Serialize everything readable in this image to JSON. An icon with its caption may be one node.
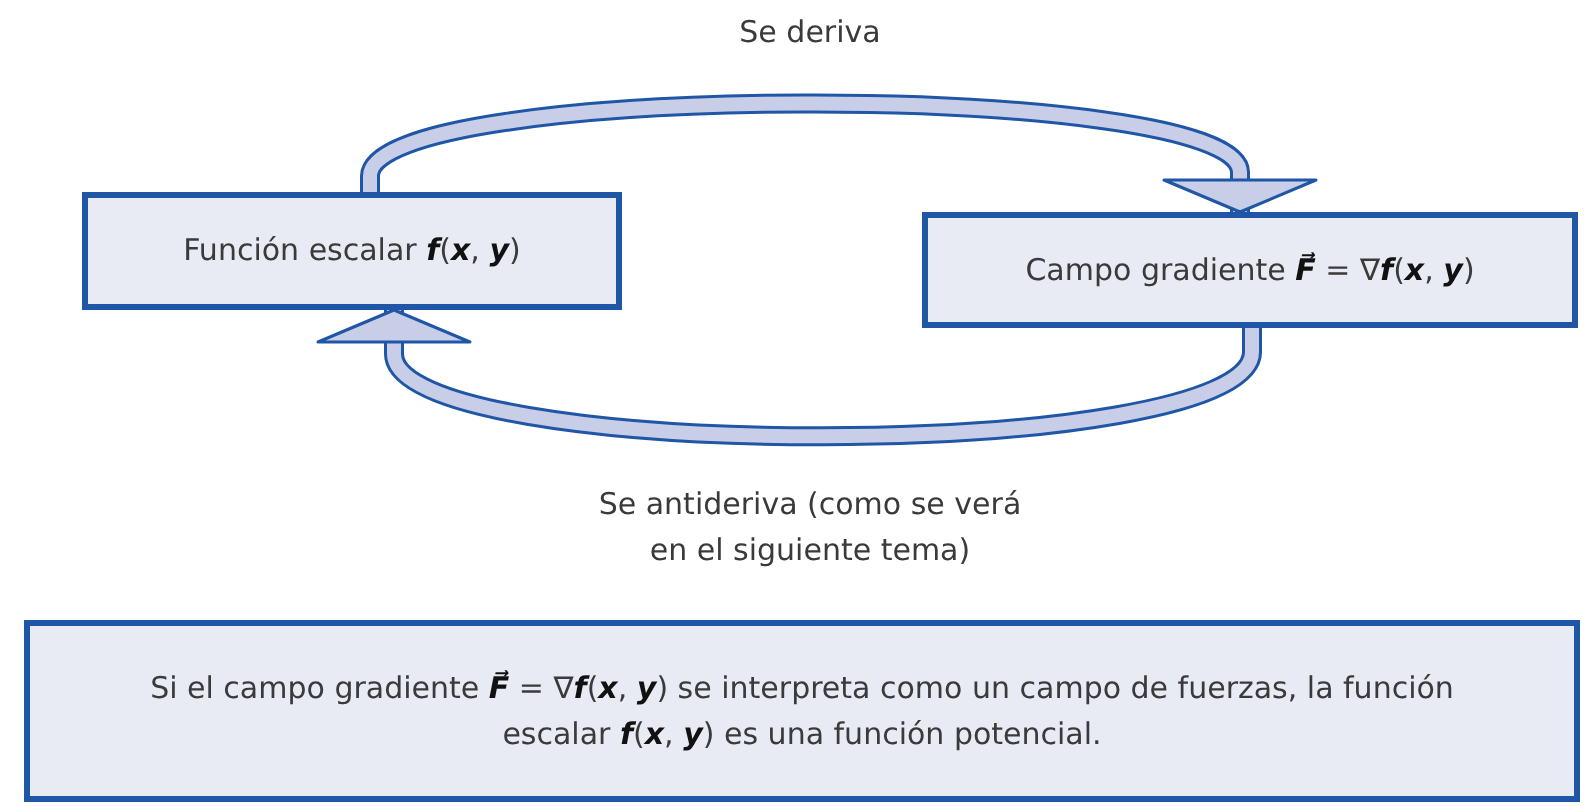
{
  "diagram": {
    "nodes": [
      {
        "text": [
          "Función escalar **f**(**x**, **y**)"
        ]
      },
      {
        "text": [
          "Campo gradiente **F⃗** = ∇**f**(**x**, **y**)"
        ]
      },
      {
        "text": [
          "Si el campo gradiente **F⃗** = ∇**f**(**x**, **y**) se interpreta como un campo de fuerzas, la función escalar **f**(**x**, **y**) es una función potencial."
        ]
      }
    ],
    "edges": [
      {
        "from": 0,
        "to": 1,
        "arrow": "to",
        "label": "Se deriva"
      },
      {
        "from": 1,
        "to": 0,
        "arrow": "to",
        "label": "Se antideriva (como se verá en el siguiente tema)"
      }
    ]
  }
}
